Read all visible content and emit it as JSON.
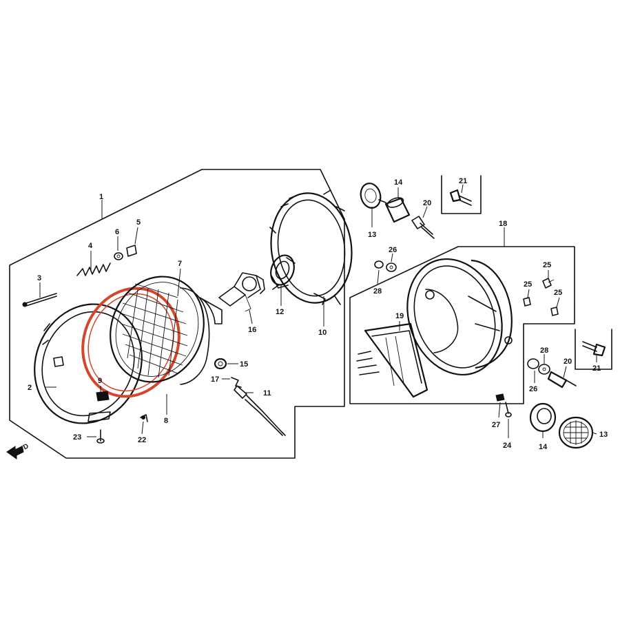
{
  "callouts": [
    {
      "id": "c1",
      "label": "1"
    },
    {
      "id": "c2",
      "label": "2"
    },
    {
      "id": "c3",
      "label": "3"
    },
    {
      "id": "c4",
      "label": "4"
    },
    {
      "id": "c5",
      "label": "5"
    },
    {
      "id": "c6",
      "label": "6"
    },
    {
      "id": "c7",
      "label": "7"
    },
    {
      "id": "c8",
      "label": "8"
    },
    {
      "id": "c9",
      "label": "9"
    },
    {
      "id": "c10",
      "label": "10"
    },
    {
      "id": "c11",
      "label": "11"
    },
    {
      "id": "c12",
      "label": "12"
    },
    {
      "id": "c13a",
      "label": "13"
    },
    {
      "id": "c13b",
      "label": "13"
    },
    {
      "id": "c14a",
      "label": "14"
    },
    {
      "id": "c14b",
      "label": "14"
    },
    {
      "id": "c15",
      "label": "15"
    },
    {
      "id": "c16",
      "label": "16"
    },
    {
      "id": "c17",
      "label": "17"
    },
    {
      "id": "c18",
      "label": "18"
    },
    {
      "id": "c19",
      "label": "19"
    },
    {
      "id": "c20a",
      "label": "20"
    },
    {
      "id": "c20b",
      "label": "20"
    },
    {
      "id": "c21a",
      "label": "21"
    },
    {
      "id": "c21b",
      "label": "21"
    },
    {
      "id": "c22",
      "label": "22"
    },
    {
      "id": "c23",
      "label": "23"
    },
    {
      "id": "c24",
      "label": "24"
    },
    {
      "id": "c25a",
      "label": "25"
    },
    {
      "id": "c25b",
      "label": "25"
    },
    {
      "id": "c25c",
      "label": "25"
    },
    {
      "id": "c26a",
      "label": "26"
    },
    {
      "id": "c26b",
      "label": "26"
    },
    {
      "id": "c27",
      "label": "27"
    },
    {
      "id": "c28a",
      "label": "28"
    },
    {
      "id": "c28b",
      "label": "28"
    }
  ],
  "fwd_label": "FWD",
  "colors": {
    "line": "#111111",
    "highlight": "#d4462c",
    "background": "#ffffff"
  }
}
